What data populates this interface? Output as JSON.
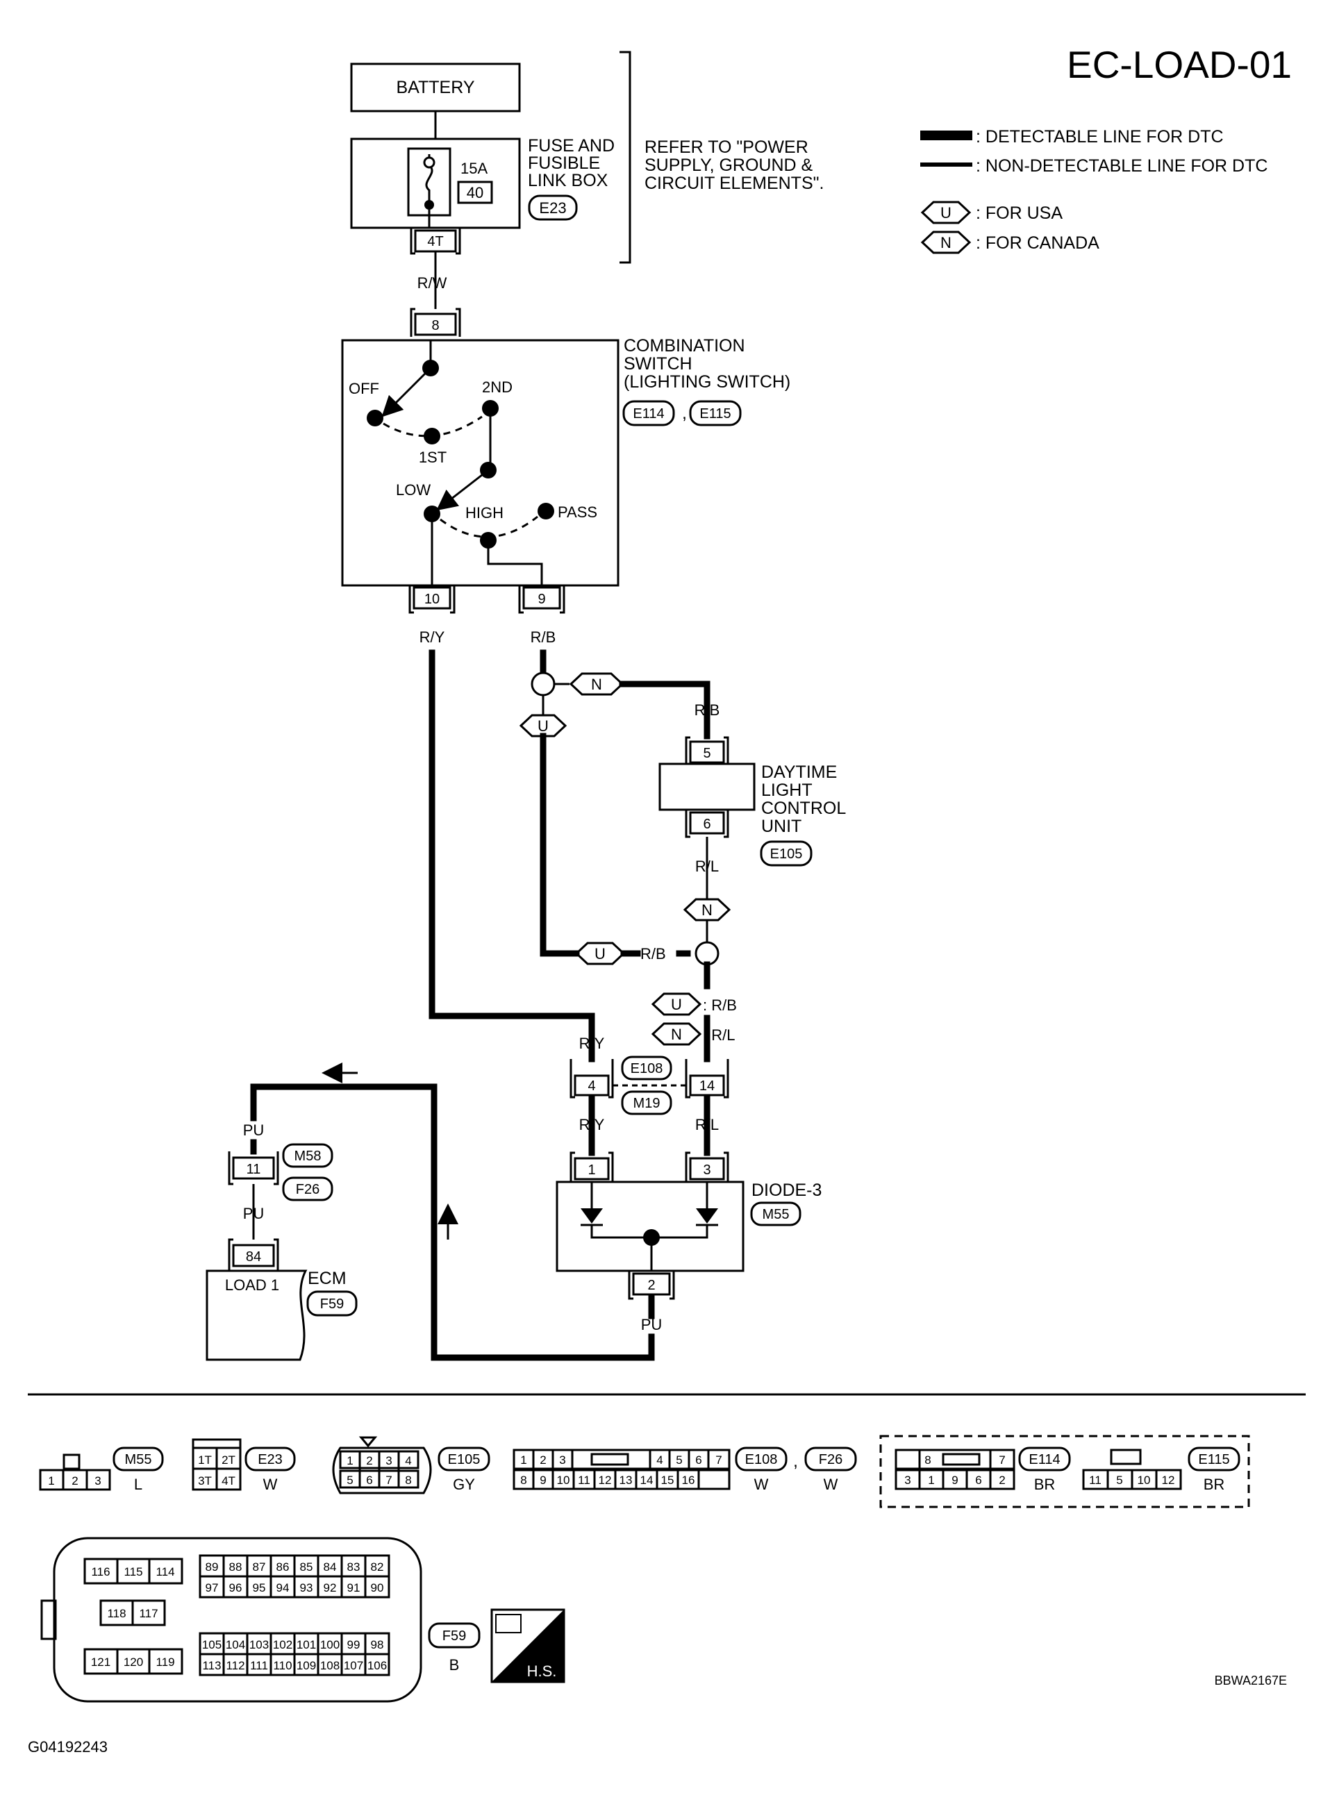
{
  "title": "EC-LOAD-01",
  "figure_code": "BBWA2167E",
  "document_code": "G04192243",
  "legend": {
    "detectable": ": DETECTABLE LINE FOR DTC",
    "non_detectable": ": NON-DETECTABLE LINE FOR DTC",
    "usa_tag": "U",
    "usa": ": FOR USA",
    "canada_tag": "N",
    "canada": ": FOR CANADA"
  },
  "power": {
    "battery": "BATTERY",
    "fuse_amp": "15A",
    "fuse_no": "40",
    "fuse_box_l1": "FUSE AND",
    "fuse_box_l2": "FUSIBLE",
    "fuse_box_l3": "LINK BOX",
    "fuse_box_conn": "E23",
    "fuse_pin": "4T",
    "refer_l1": "REFER TO  \"POWER",
    "refer_l2": "SUPPLY, GROUND &",
    "refer_l3": "CIRCUIT ELEMENTS\"."
  },
  "combination_switch": {
    "l1": "COMBINATION",
    "l2": "SWITCH",
    "l3": "(LIGHTING SWITCH)",
    "conn1": "E114",
    "conn2": "E115",
    "sep": ",",
    "pin_in": "8",
    "pin_low": "10",
    "pin_high": "9",
    "off": "OFF",
    "first": "1ST",
    "second": "2ND",
    "low": "LOW",
    "high": "HIGH",
    "pass": "PASS"
  },
  "wires": {
    "rw": "R/W",
    "ry_a": "R/Y",
    "rb_a": "R/B",
    "rb_b": "R/B",
    "rl_a": "R/L",
    "rb_c": "R/B",
    "u_rb": ": R/B",
    "n_rl": ": R/L",
    "ry_b": "R/Y",
    "ry_c": "R/Y",
    "rl_b": "R/L",
    "pu_a": "PU",
    "pu_b": "PU",
    "pu_c": "PU"
  },
  "dlc_unit": {
    "l1": "DAYTIME",
    "l2": "LIGHT",
    "l3": "CONTROL",
    "l4": "UNIT",
    "conn": "E105",
    "pin_in": "5",
    "pin_out": "6"
  },
  "joint": {
    "pin_left": "4",
    "pin_right": "14",
    "conn_top": "E108",
    "conn_bottom": "M19"
  },
  "diode": {
    "name": "DIODE-3",
    "conn": "M55",
    "pin_a": "1",
    "pin_b": "3",
    "pin_out": "2"
  },
  "ecm_joint": {
    "pin": "11",
    "conn_top": "M58",
    "conn_bottom": "F26"
  },
  "ecm": {
    "name": "ECM",
    "conn": "F59",
    "pin": "84",
    "terminal": "LOAD 1"
  },
  "tags": {
    "u": "U",
    "n": "N"
  },
  "connectors": {
    "m55": {
      "id": "M55",
      "color": "L",
      "top": [
        " "
      ],
      "bottom": [
        "1",
        "2",
        "3"
      ]
    },
    "e23": {
      "id": "E23",
      "color": "W",
      "top": [
        "1T",
        "2T"
      ],
      "bottom": [
        "3T",
        "4T"
      ]
    },
    "e105": {
      "id": "E105",
      "color": "GY",
      "top": [
        "1",
        "2",
        "3",
        "4"
      ],
      "bottom": [
        "5",
        "6",
        "7",
        "8"
      ]
    },
    "e108": {
      "id": "E108",
      "id2": "F26",
      "sep": ",",
      "color": "W",
      "color2": "W",
      "top": [
        "1",
        "2",
        "3",
        "4",
        "5",
        "6",
        "7"
      ],
      "bottom": [
        "8",
        "9",
        "10",
        "11",
        "12",
        "13",
        "14",
        "15",
        "16"
      ]
    },
    "e114": {
      "id": "E114",
      "color": "BR",
      "top": [
        "8",
        "7"
      ],
      "bottom": [
        "3",
        "1",
        "9",
        "6",
        "2"
      ]
    },
    "e115": {
      "id": "E115",
      "color": "BR",
      "bottom": [
        "11",
        "5",
        "10",
        "12"
      ]
    },
    "f59": {
      "id": "F59",
      "color": "B",
      "g1": [
        "116",
        "115",
        "114"
      ],
      "g2": [
        "118",
        "117"
      ],
      "g3": [
        "121",
        "120",
        "119"
      ],
      "r1": [
        "89",
        "88",
        "87",
        "86",
        "85",
        "84",
        "83",
        "82"
      ],
      "r2": [
        "97",
        "96",
        "95",
        "94",
        "93",
        "92",
        "91",
        "90"
      ],
      "r3": [
        "105",
        "104",
        "103",
        "102",
        "101",
        "100",
        "99",
        "98"
      ],
      "r4": [
        "113",
        "112",
        "111",
        "110",
        "109",
        "108",
        "107",
        "106"
      ]
    }
  },
  "hs_label": "H.S."
}
